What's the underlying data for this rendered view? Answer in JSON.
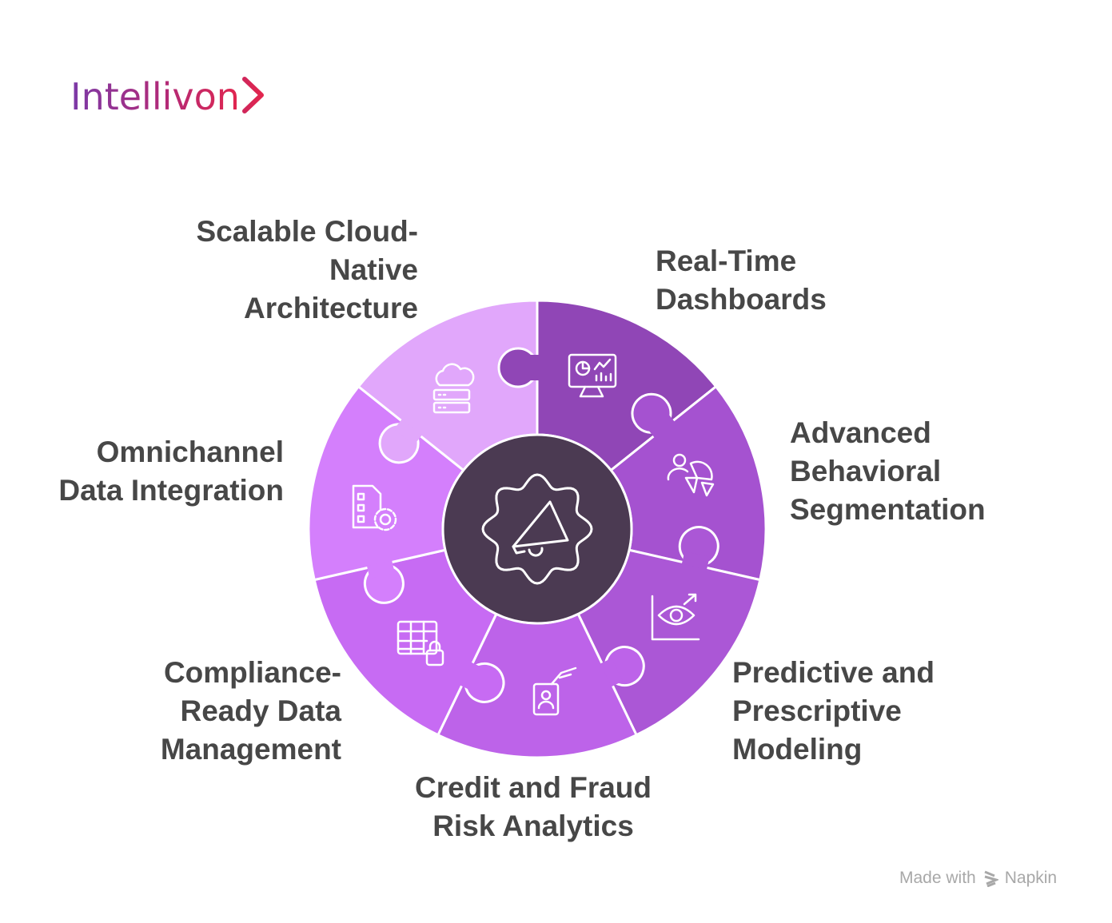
{
  "brand": {
    "name": "Intellivon",
    "gradient": [
      "#7b3aa8",
      "#e2264e"
    ]
  },
  "center": {
    "icon": "gear-megaphone-icon",
    "color": "#4b3a52"
  },
  "segments": [
    {
      "id": "real-time-dashboards",
      "lines": [
        "Real-Time",
        "Dashboards"
      ],
      "color": "#9046b6",
      "icon": "dashboard-monitor-icon"
    },
    {
      "id": "advanced-behavioral-segmentation",
      "lines": [
        "Advanced",
        "Behavioral",
        "Segmentation"
      ],
      "color": "#a552d0",
      "icon": "user-pie-chart-icon"
    },
    {
      "id": "predictive-prescriptive-modeling",
      "lines": [
        "Predictive and",
        "Prescriptive",
        "Modeling"
      ],
      "color": "#ab57d6",
      "icon": "eye-trend-icon"
    },
    {
      "id": "credit-fraud-risk-analytics",
      "lines": [
        "Credit and Fraud",
        "Risk Analytics"
      ],
      "color": "#bd63e9",
      "icon": "id-card-hand-icon"
    },
    {
      "id": "compliance-ready-data-management",
      "lines": [
        "Compliance-",
        "Ready Data",
        "Management"
      ],
      "color": "#c76bf3",
      "icon": "table-lock-icon"
    },
    {
      "id": "omnichannel-data-integration",
      "lines": [
        "Omnichannel",
        "Data Integration"
      ],
      "color": "#d47ffc",
      "icon": "list-gear-icon"
    },
    {
      "id": "scalable-cloud-native-architecture",
      "lines": [
        "Scalable Cloud-",
        "Native",
        "Architecture"
      ],
      "color": "#e1a7fb",
      "icon": "cloud-server-icon"
    }
  ],
  "footer": {
    "made_with": "Made with",
    "brand": "Napkin"
  }
}
